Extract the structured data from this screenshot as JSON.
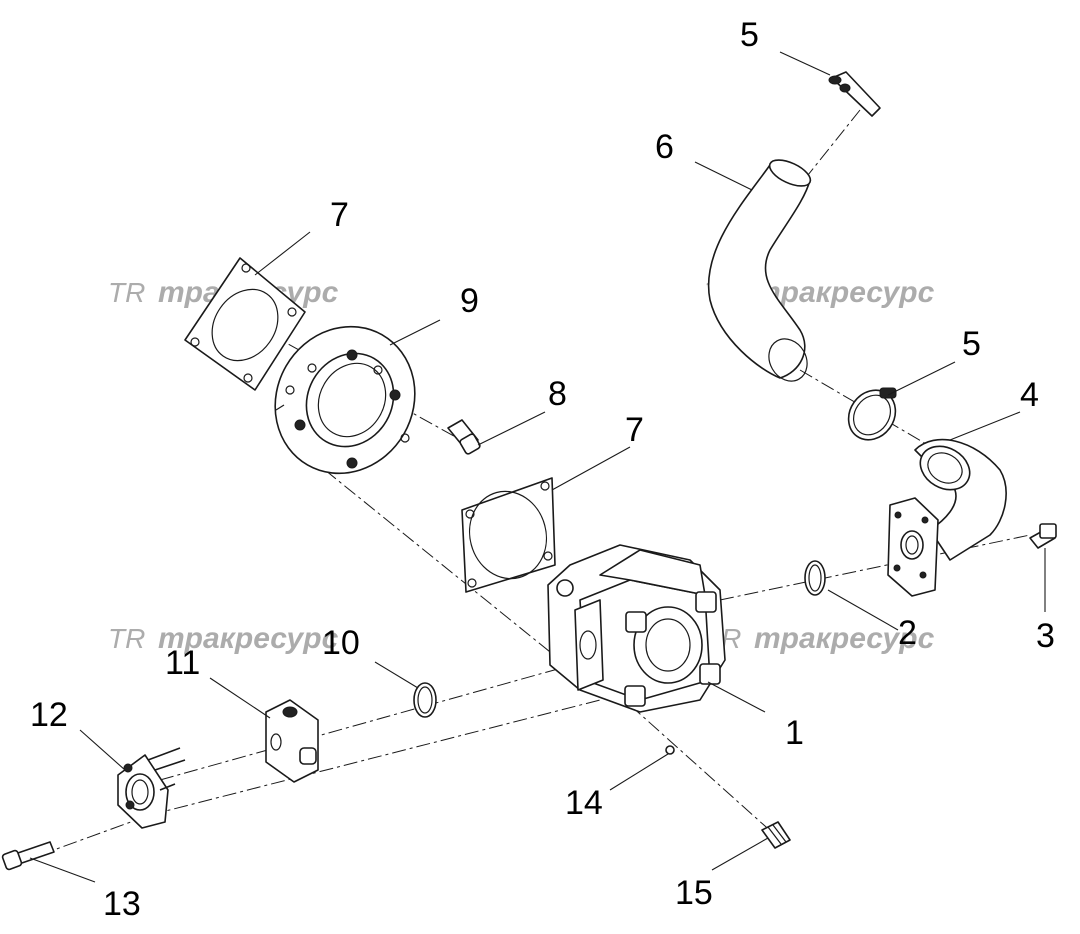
{
  "watermark": {
    "logo": "TR",
    "text": "тракресурс"
  },
  "callouts": {
    "c1": "1",
    "c2": "2",
    "c3": "3",
    "c4": "4",
    "c5a": "5",
    "c5b": "5",
    "c6": "6",
    "c7a": "7",
    "c7b": "7",
    "c8": "8",
    "c9": "9",
    "c10": "10",
    "c11": "11",
    "c12": "12",
    "c13": "13",
    "c14": "14",
    "c15": "15"
  }
}
